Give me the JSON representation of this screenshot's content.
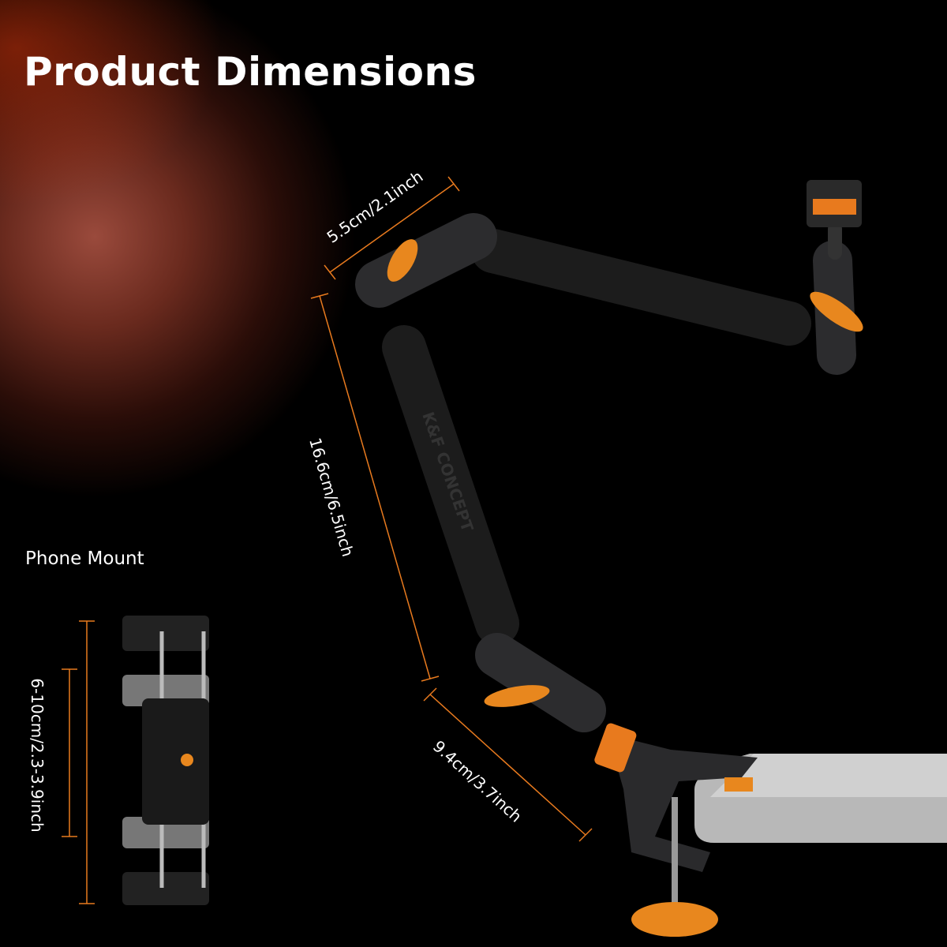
{
  "title": "Product Dimensions",
  "dimensions": {
    "joint_width": "5.5cm/2.1inch",
    "arm_length": "16.6cm/6.5inch",
    "clamp_length": "9.4cm/3.7inch",
    "phone_mount_range": "6-10cm/2.3-3.9inch"
  },
  "phone_mount_label": "Phone Mount",
  "brand_logo": "K&F CONCEPT",
  "colors": {
    "accent": "#e87a1e",
    "background": "#000000",
    "glow": "#9a4a3c"
  }
}
